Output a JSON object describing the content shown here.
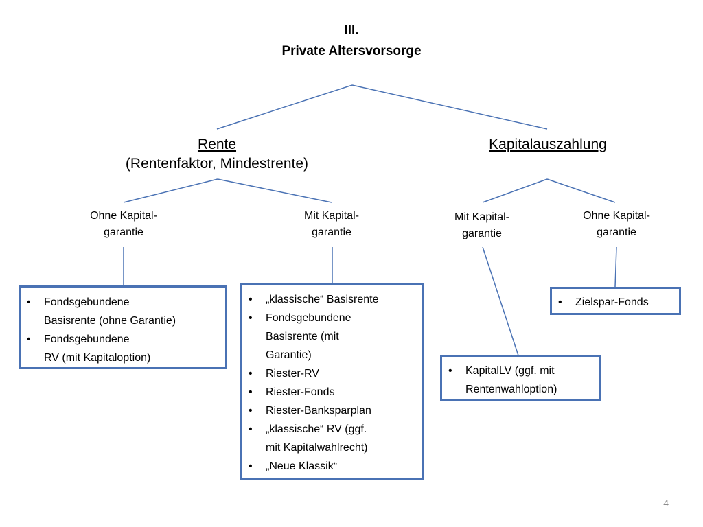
{
  "title": {
    "line1": "III.",
    "line2": "Private Altersvorsorge"
  },
  "branches": {
    "rente": {
      "label": "Rente",
      "detail": "(Rentenfaktor, Mindestrente)"
    },
    "kapital": {
      "label": "Kapitalauszahlung"
    }
  },
  "subnodes": {
    "rente_ohne": {
      "line1": "Ohne Kapital-",
      "line2": "garantie"
    },
    "rente_mit": {
      "line1": "Mit Kapital-",
      "line2": "garantie"
    },
    "kapital_mit": {
      "line1": "Mit Kapital-",
      "line2": "garantie"
    },
    "kapital_ohne": {
      "line1": "Ohne Kapital-",
      "line2": "garantie"
    }
  },
  "boxes": {
    "rente_ohne": [
      {
        "line1": "Fondsgebundene",
        "line2": "Basisrente (ohne Garantie)"
      },
      {
        "line1": "Fondsgebundene",
        "line2": "RV (mit Kapitaloption)"
      }
    ],
    "rente_mit": [
      {
        "line1": "„klassische“ Basisrente"
      },
      {
        "line1": "Fondsgebundene",
        "line2": "Basisrente (mit",
        "line3": "Garantie)"
      },
      {
        "line1": "Riester-RV"
      },
      {
        "line1": "Riester-Fonds"
      },
      {
        "line1": "Riester-Banksparplan"
      },
      {
        "line1": "„klassische“ RV (ggf.",
        "line2": "mit Kapitalwahlrecht)"
      },
      {
        "line1": "„Neue Klassik“"
      }
    ],
    "kapital_mit": [
      {
        "line1": "KapitalLV (ggf. mit",
        "line2": "Rentenwahloption)"
      }
    ],
    "kapital_ohne": [
      {
        "line1": "Zielspar-Fonds"
      }
    ]
  },
  "bullet": "•",
  "page_number": "4",
  "colors": {
    "connector": "#4a72b4",
    "box_border": "#4a72b4",
    "page_number": "#8c8c8c"
  }
}
